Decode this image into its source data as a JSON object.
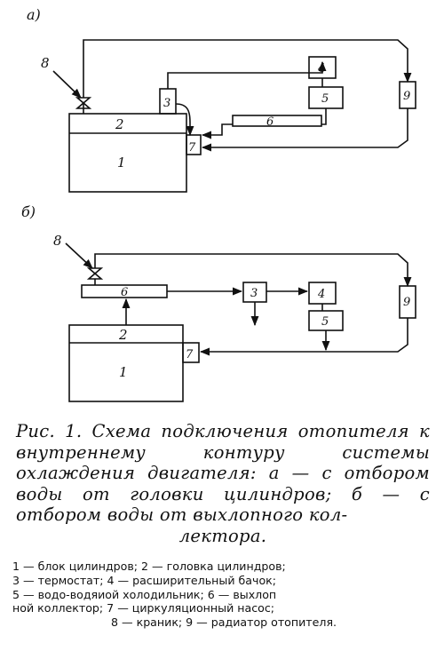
{
  "diagram": {
    "panel_a": "a)",
    "panel_b": "б)",
    "a_labels": {
      "l1": "1",
      "l2": "2",
      "l3": "3",
      "l4": "4",
      "l5": "5",
      "l6": "6",
      "l7": "7",
      "l8": "8",
      "l9": "9"
    },
    "b_labels": {
      "l1": "1",
      "l2": "2",
      "l3": "3",
      "l4": "4",
      "l5": "5",
      "l6": "6",
      "l7": "7",
      "l8": "8",
      "l9": "9"
    }
  },
  "caption": {
    "line1": "Рис. 1. Схема подключения отопителя к внутреннему контуру системы охлаждения двигателя: а — с отбором воды от головки цилиндров; б — с отбором воды от выхлопного кол-",
    "line2": "лектора."
  },
  "legend": {
    "line1": "1 — блок цилиндров; 2 — головка цилиндров;",
    "line2": "3 — термостат; 4 — расширительный бачок;",
    "line3": "5 — водо-водяиой холодильник; 6 — выхлоп",
    "line4": "ной коллектор; 7 — циркуляционный насос;",
    "line5": "8 — краник; 9 — радиатор отопителя."
  }
}
